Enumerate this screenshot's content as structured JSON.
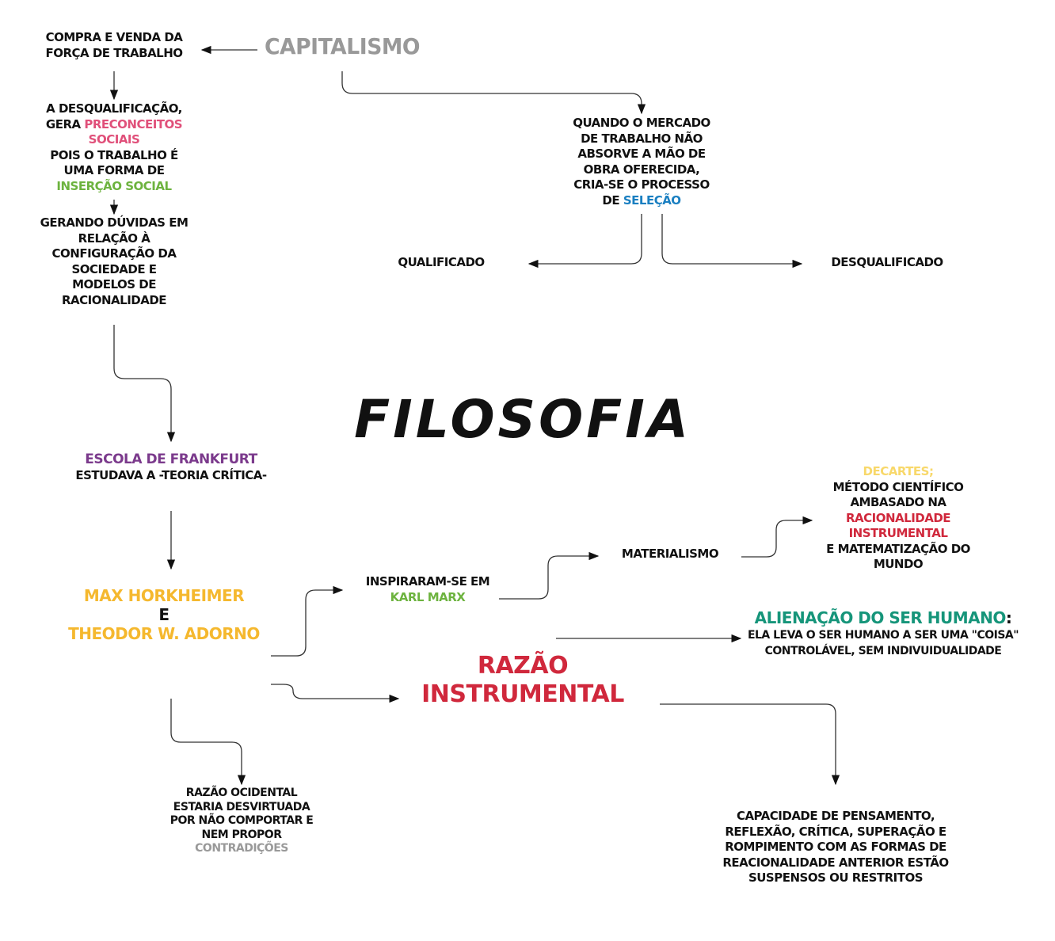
{
  "title": "FILOSOFIA",
  "capitalismo": "CAPITALISMO",
  "compra": [
    "COMPRA E VENDA DA",
    "FORÇA DE TRABALHO"
  ],
  "desq": {
    "l1": "A DESQUALIFICAÇÃO,",
    "l2a": "GERA ",
    "l2b": "PRECONCEITOS",
    "l3": "SOCIAIS",
    "l4": "POIS O TRABALHO É",
    "l5": "UMA FORMA DE",
    "l6": "INSERÇÃO SOCIAL"
  },
  "gerando": [
    "GERANDO DÚVIDAS EM",
    "RELAÇÃO À",
    "CONFIGURAÇÃO DA",
    "SOCIEDADE E",
    "MODELOS DE",
    "RACIONALIDADE"
  ],
  "quando": {
    "lines": [
      "QUANDO O MERCADO",
      "DE TRABALHO NÃO",
      "ABSORVE A MÃO DE",
      "OBRA OFERECIDA,",
      "CRIA-SE O PROCESSO"
    ],
    "l6a": "DE ",
    "l6b": "SELEÇÃO"
  },
  "qualificado": "QUALIFICADO",
  "desqualificado": "DESQUALIFICADO",
  "escola": {
    "name": "ESCOLA DE FRANKFURT",
    "desc": "ESTUDAVA A -TEORIA CRÍTICA-"
  },
  "autores": {
    "a1": "MAX HORKHEIMER",
    "e": "E",
    "a2": "THEODOR W. ADORNO"
  },
  "inspiraram": {
    "l1": "INSPIRARAM-SE EM",
    "l2": "KARL MARX"
  },
  "materialismo": "MATERIALISMO",
  "decartes": {
    "name": "DECARTES;",
    "l1": "MÉTODO CIENTÍFICO",
    "l2": "AMBASADO NA",
    "l3": "RACIONALIDADE",
    "l4": "INSTRUMENTAL",
    "l5": "E MATEMATIZAÇÃO DO",
    "l6": "MUNDO"
  },
  "alienacao": {
    "name": "ALIENAÇÃO DO SER HUMANO",
    "colon": ":",
    "l1": "ELA LEVA O SER HUMANO A SER UMA \"COISA\"",
    "l2": "CONTROLÁVEL, SEM INDIVUIDUALIDADE"
  },
  "razao": [
    "RAZÃO",
    "INSTRUMENTAL"
  ],
  "ocidental": {
    "lines": [
      "RAZÃO OCIDENTAL",
      "ESTARIA DESVIRTUADA",
      "POR NÃO COMPORTAR E",
      "NEM PROPOR"
    ],
    "last": "CONTRADIÇÕES"
  },
  "capacidade": [
    "CAPACIDADE DE PENSAMENTO,",
    "REFLEXÃO, CRÍTICA, SUPERAÇÃO E",
    "ROMPIMENTO COM AS FORMAS DE",
    "REACIONALIDADE ANTERIOR ESTÃO",
    "SUSPENSOS OU RESTRITOS"
  ]
}
